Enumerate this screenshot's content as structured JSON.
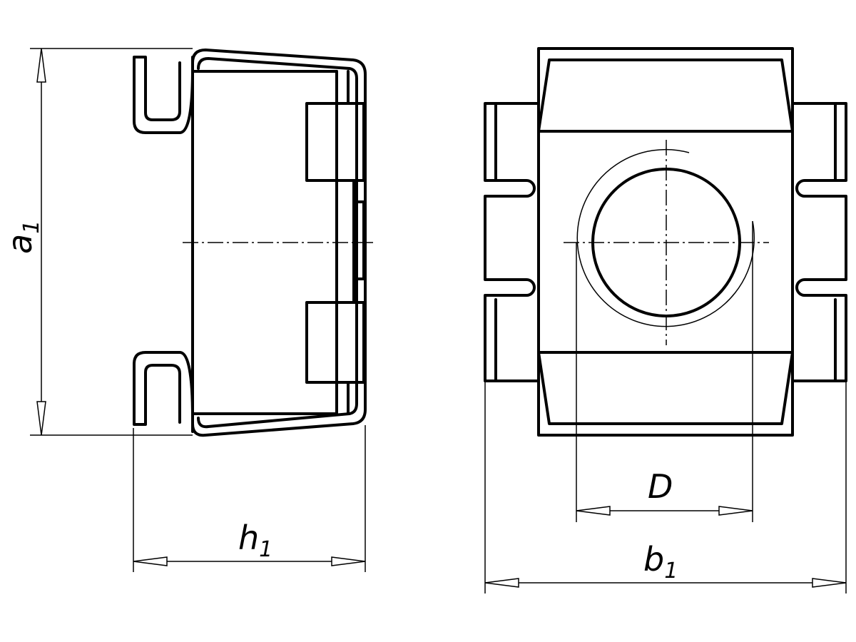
{
  "dimensions": {
    "a": {
      "label": "a",
      "sub": "1"
    },
    "h": {
      "label": "h",
      "sub": "1"
    },
    "D": {
      "label": "D"
    },
    "b": {
      "label": "b",
      "sub": "1"
    }
  }
}
